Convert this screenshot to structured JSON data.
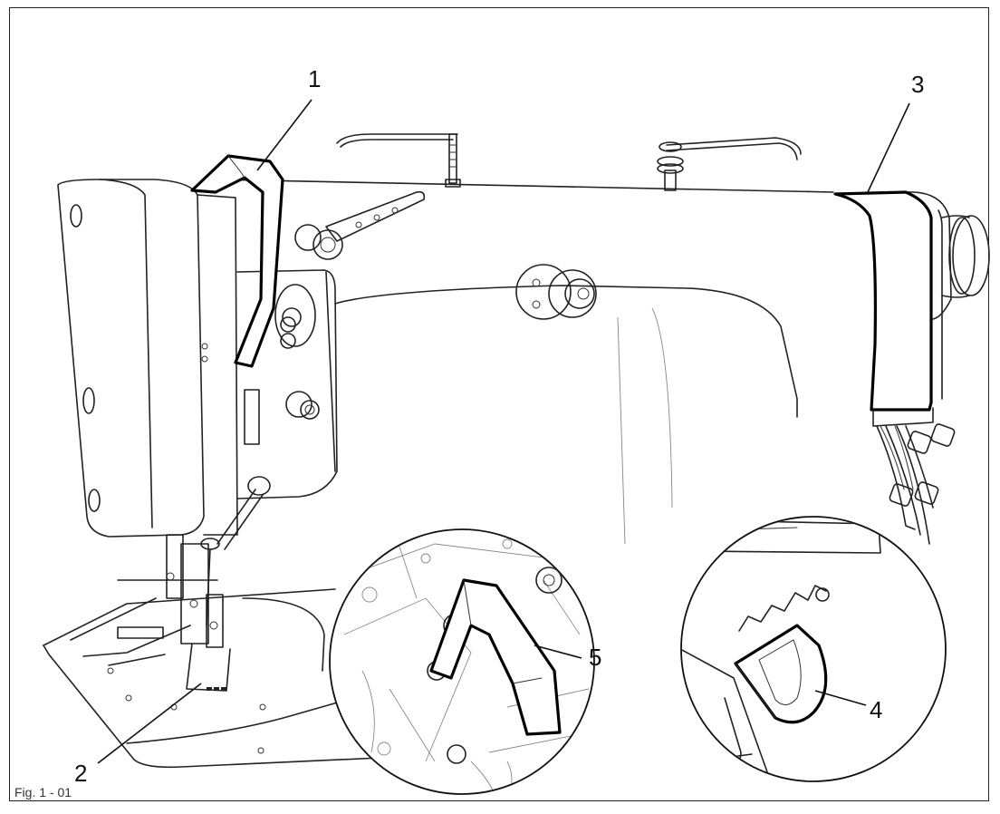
{
  "figure": {
    "caption": "Fig. 1 - 01",
    "callouts": {
      "c1": "1",
      "c2": "2",
      "c3": "3",
      "c4": "4",
      "c5": "5"
    }
  },
  "colors": {
    "line": "#222222",
    "highlight": "#000000",
    "background": "#ffffff",
    "detail": "#888888"
  }
}
